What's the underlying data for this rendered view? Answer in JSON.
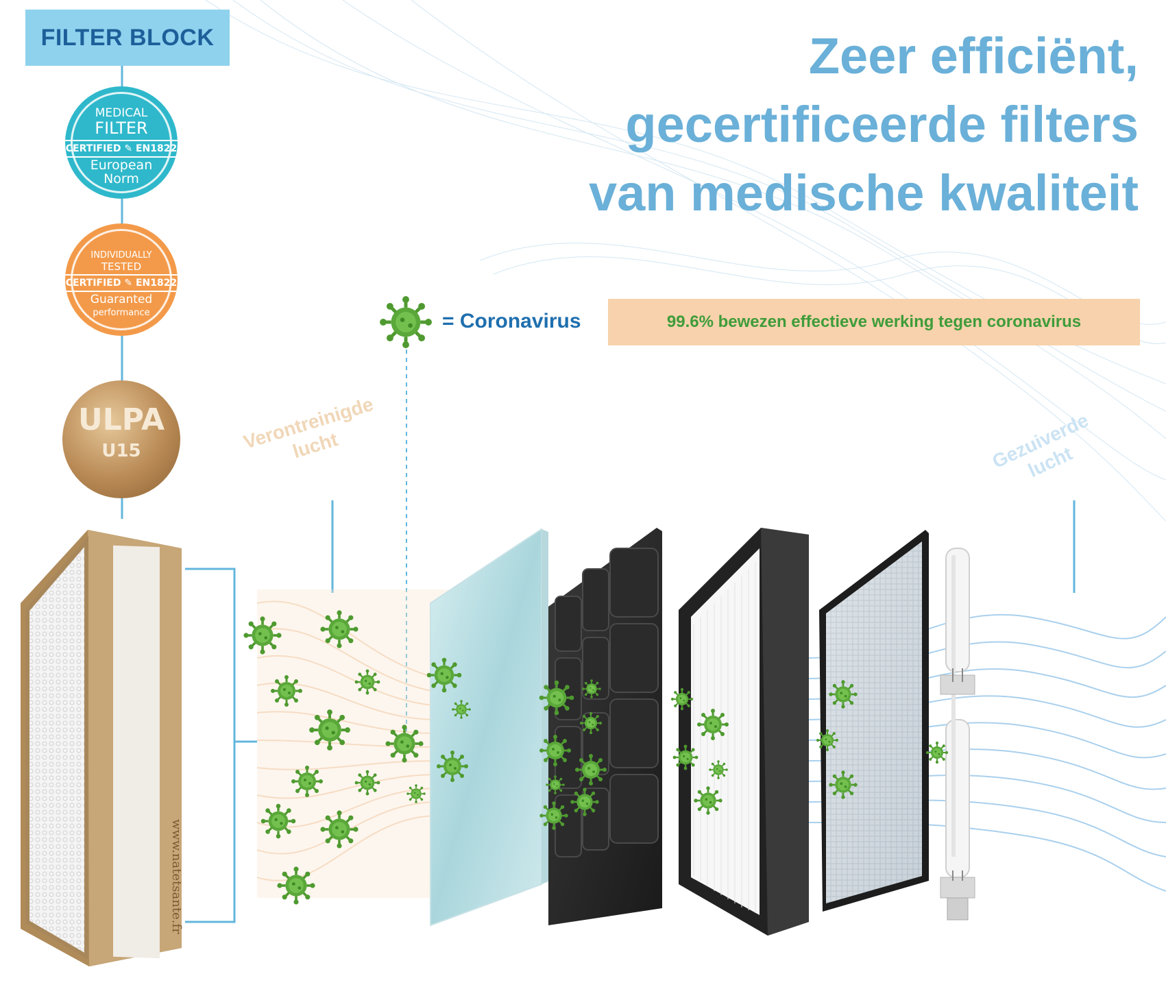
{
  "filter_block": {
    "label": "FILTER BLOCK"
  },
  "headline": {
    "line1": "Zeer efficiënt,",
    "line2": "gecertificeerde filters",
    "line3": "van medische kwaliteit"
  },
  "badges": {
    "medical": {
      "line1": "MEDICAL",
      "line2": "FILTER",
      "band": "CERTIFIED ✎ EN1822",
      "line3": "European",
      "line4": "Norm"
    },
    "tested": {
      "line1": "INDIVIDUALLY",
      "line2": "TESTED",
      "band": "CERTIFIED ✎ EN1822",
      "line3": "Guaranted",
      "line4": "performance"
    },
    "ulpa": {
      "main": "ULPA",
      "sub": "U15"
    }
  },
  "legend": {
    "coronavirus": "= Coronavirus"
  },
  "efficacy": "99.6% bewezen effectieve werking tegen coronavirus",
  "labels": {
    "polluted_line1": "Verontreinigde",
    "polluted_line2": "lucht",
    "purified_line1": "Gezuiverde",
    "purified_line2": "lucht"
  },
  "filter_watermark": "www.natetsante.fr",
  "colors": {
    "title_blue": "#6ab0d8",
    "label_box": "#8fd2ee",
    "efficacy_box": "#f7d2ac",
    "virus_green": "#5aa83a",
    "medical_badge": "#2fb8cb",
    "tested_badge": "#f39a4a"
  }
}
